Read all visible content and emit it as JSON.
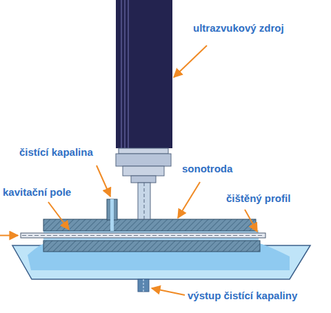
{
  "diagram": {
    "labels": [
      "ultrazvukový zdroj",
      "čistící kapalina",
      "sonotroda",
      "kavitační pole",
      "čištěný profil",
      "výstup čistící kapaliny"
    ]
  }
}
